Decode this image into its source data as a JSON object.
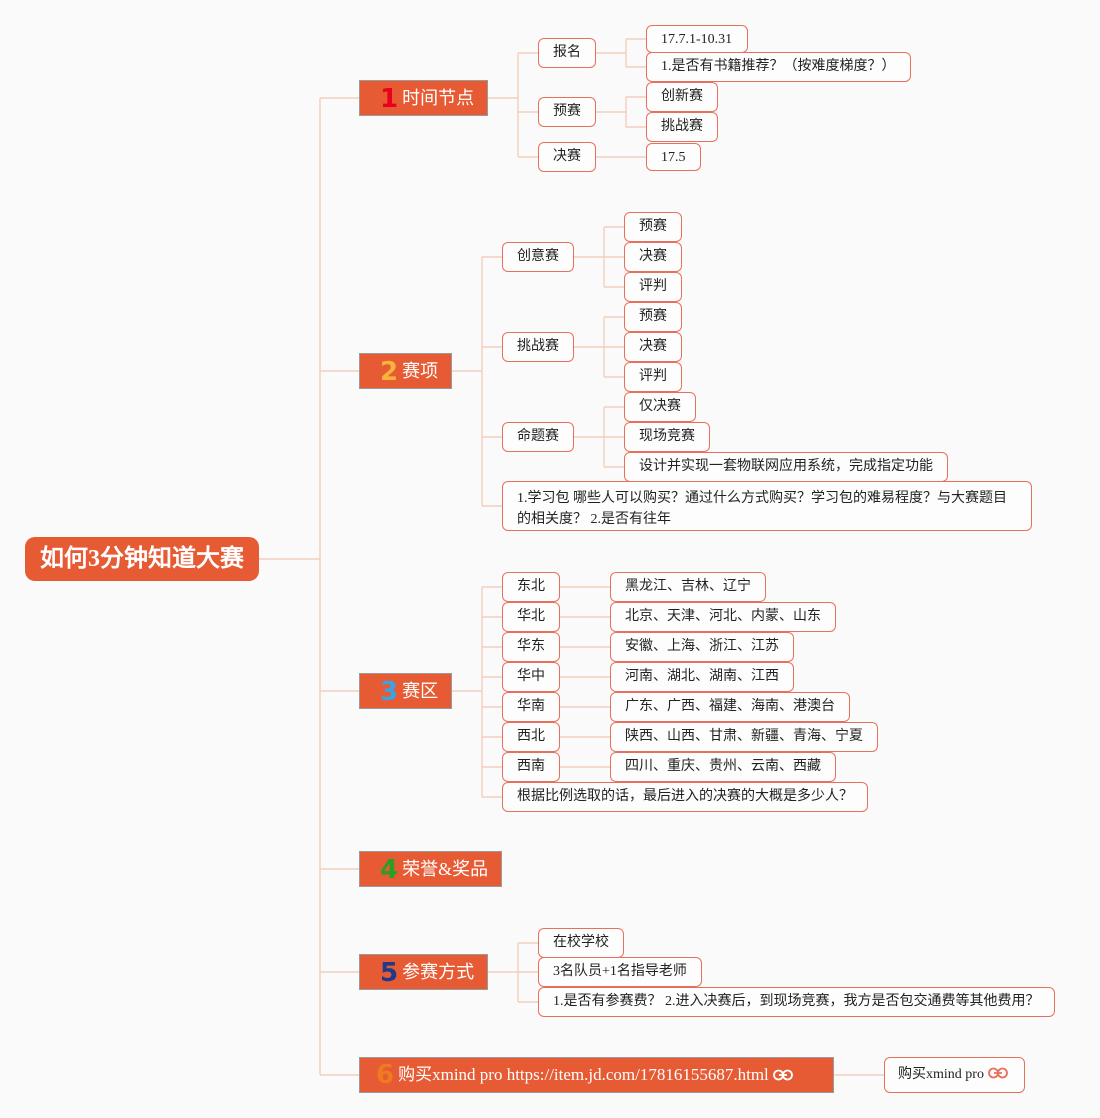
{
  "root": {
    "title": "如何3分钟知道大赛"
  },
  "colors": {
    "main_fill": "#e65a34",
    "node_border": "#e8705a",
    "line": "#f0c8b0"
  },
  "branches": {
    "b1": {
      "num": "1",
      "num_color": "#e8001c",
      "label": "时间节点",
      "children": [
        {
          "label": "报名",
          "children": [
            "17.7.1-10.31",
            "1.是否有书籍推荐？（按难度梯度？）"
          ]
        },
        {
          "label": "预赛",
          "children": [
            "创新赛",
            "挑战赛"
          ]
        },
        {
          "label": "决赛",
          "children": [
            "17.5"
          ]
        }
      ]
    },
    "b2": {
      "num": "2",
      "num_color": "#f7b33c",
      "label": "赛项",
      "children": [
        {
          "label": "创意赛",
          "children": [
            "预赛",
            "决赛",
            "评判"
          ]
        },
        {
          "label": "挑战赛",
          "children": [
            "预赛",
            "决赛",
            "评判"
          ]
        },
        {
          "label": "命题赛",
          "children": [
            "仅决赛",
            "现场竞赛",
            "设计并实现一套物联网应用系统，完成指定功能"
          ]
        },
        {
          "label": "1.学习包 哪些人可以购买？通过什么方式购买？学习包的难易程度？与大赛题目的相关度？ 2.是否有往年"
        }
      ]
    },
    "b3": {
      "num": "3",
      "num_color": "#3aa3e3",
      "label": "赛区",
      "children": [
        {
          "label": "东北",
          "children": [
            "黑龙江、吉林、辽宁"
          ]
        },
        {
          "label": "华北",
          "children": [
            "北京、天津、河北、内蒙、山东"
          ]
        },
        {
          "label": "华东",
          "children": [
            "安徽、上海、浙江、江苏"
          ]
        },
        {
          "label": "华中",
          "children": [
            "河南、湖北、湖南、江西"
          ]
        },
        {
          "label": "华南",
          "children": [
            "广东、广西、福建、海南、港澳台"
          ]
        },
        {
          "label": "西北",
          "children": [
            "陕西、山西、甘肃、新疆、青海、宁夏"
          ]
        },
        {
          "label": "西南",
          "children": [
            "四川、重庆、贵州、云南、西藏"
          ]
        },
        {
          "label": "根据比例选取的话，最后进入的决赛的大概是多少人？"
        }
      ]
    },
    "b4": {
      "num": "4",
      "num_color": "#2e9d26",
      "label": "荣誉&奖品"
    },
    "b5": {
      "num": "5",
      "num_color": "#1f3a8a",
      "label": "参赛方式",
      "children": [
        {
          "label": "在校学校"
        },
        {
          "label": "3名队员+1名指导老师"
        },
        {
          "label": "1.是否有参赛费？ 2.进入决赛后，到现场竞赛，我方是否包交通费等其他费用？"
        }
      ]
    },
    "b6": {
      "num": "6",
      "num_color": "#f07a1f",
      "label": "购买xmind pro https://item.jd.com/17816155687.html",
      "link_icon": "link-icon",
      "child": {
        "label": "购买xmind pro",
        "link_icon": "link-icon"
      }
    }
  }
}
